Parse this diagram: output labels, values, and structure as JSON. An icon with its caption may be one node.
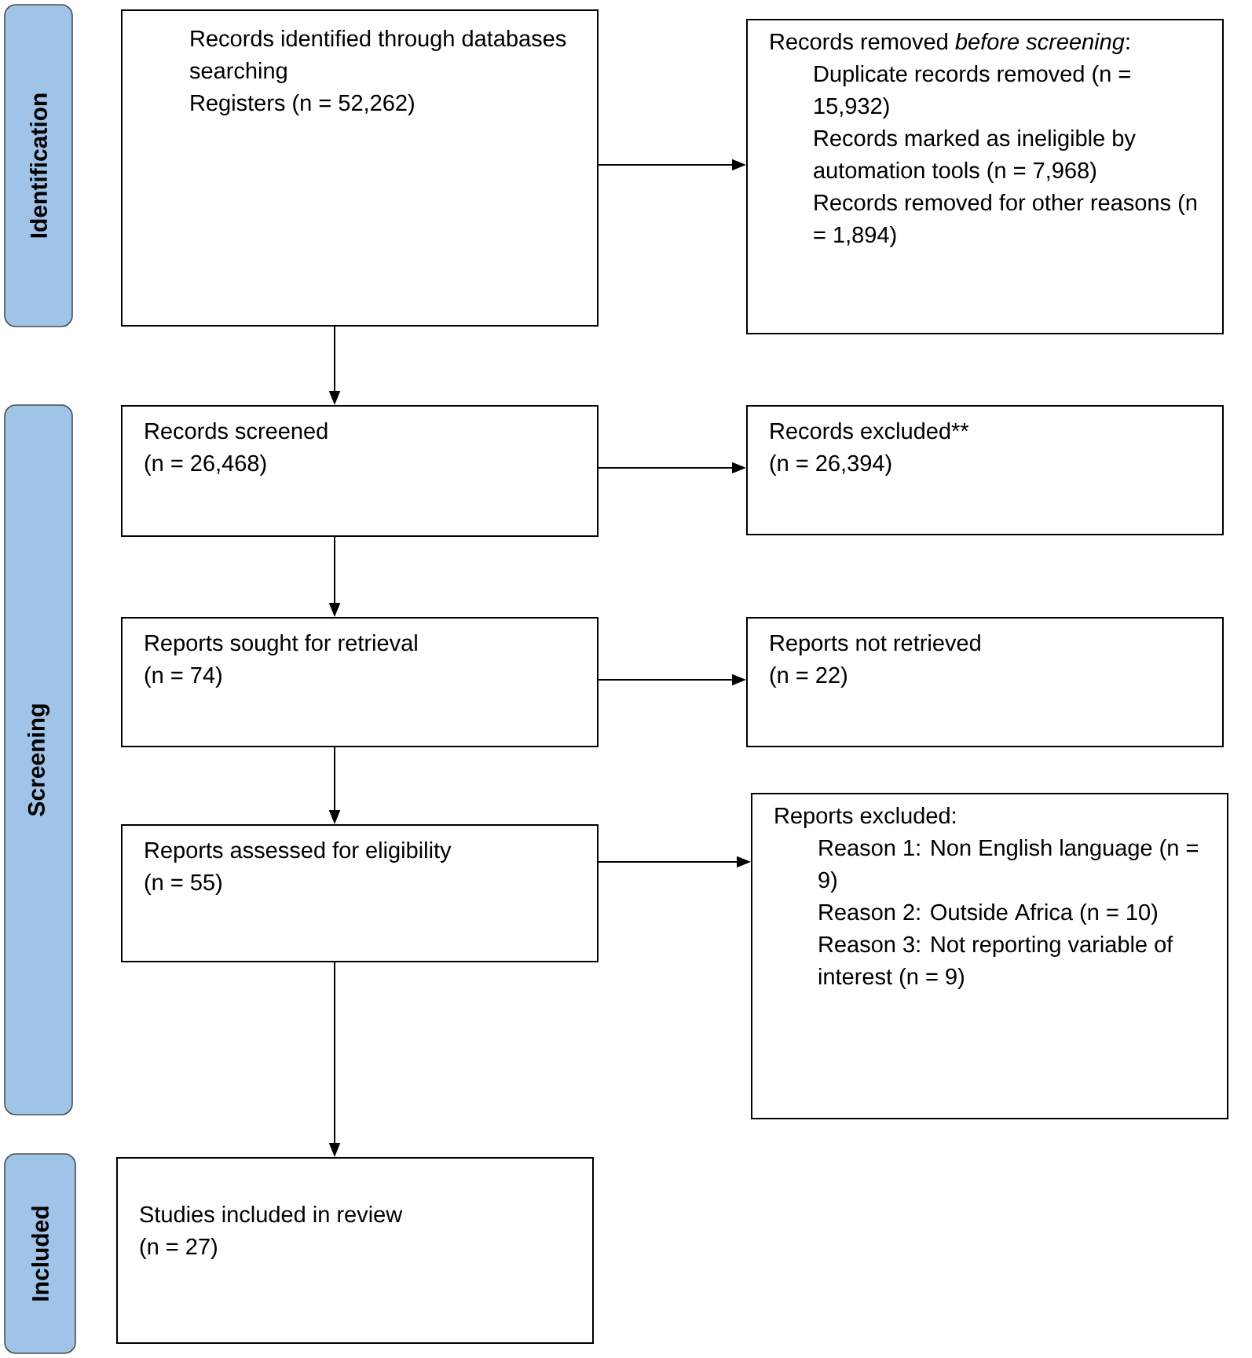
{
  "diagram": {
    "nodes": [
      {
        "text": [
          "Identification"
        ]
      },
      {
        "text": [
          "Screening"
        ]
      },
      {
        "text": [
          "Included"
        ]
      },
      {
        "text": [
          "Records identified through databases searching",
          "Registers (n = 52,262)"
        ]
      },
      {
        "text": [
          "Records removed *before screening*:",
          "Duplicate records removed (n = 15,932)",
          "Records marked as ineligible by automation tools (n = 7,968)",
          "Records removed for other reasons (n = 1,894)"
        ]
      },
      {
        "text": [
          "Records screened",
          "(n = 26,468)"
        ]
      },
      {
        "text": [
          "Records excluded**",
          "(n = 26,394)"
        ]
      },
      {
        "text": [
          "Reports sought for retrieval",
          "(n = 74)"
        ]
      },
      {
        "text": [
          "Reports not retrieved",
          "(n = 22)"
        ]
      },
      {
        "text": [
          "Reports assessed for eligibility",
          "(n = 55)"
        ]
      },
      {
        "text": [
          "Reports excluded:",
          "Reason 1: Non English language (n = 9)",
          "Reason 2: Outside Africa (n = 10)",
          "Reason 3: Not reporting variable of interest (n = 9)"
        ]
      },
      {
        "text": [
          "Studies included in review",
          "(n = 27)"
        ]
      }
    ],
    "edges": [
      {
        "from": 3,
        "to": 4,
        "arrow": "to"
      },
      {
        "from": 3,
        "to": 5,
        "arrow": "to"
      },
      {
        "from": 5,
        "to": 6,
        "arrow": "to"
      },
      {
        "from": 5,
        "to": 7,
        "arrow": "to"
      },
      {
        "from": 7,
        "to": 8,
        "arrow": "to"
      },
      {
        "from": 7,
        "to": 9,
        "arrow": "to"
      },
      {
        "from": 9,
        "to": 10,
        "arrow": "to"
      },
      {
        "from": 9,
        "to": 11,
        "arrow": "to"
      }
    ]
  }
}
